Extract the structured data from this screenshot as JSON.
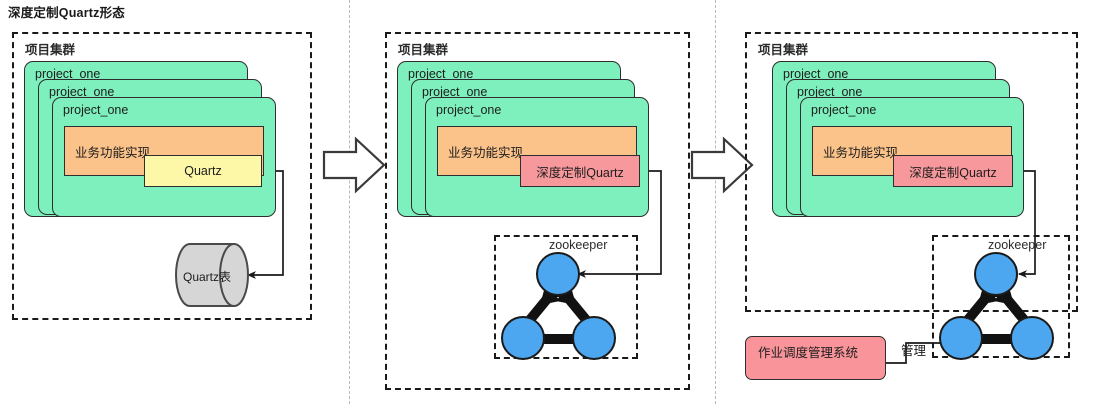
{
  "title": "深度定制Quartz形态",
  "panels": [
    {
      "id": "left",
      "cluster_label": "项目集群",
      "cards": [
        "project_one",
        "project_one",
        "project_one"
      ],
      "biz_label": "业务功能实现",
      "scheduler_component": "Quartz",
      "storage_label": "Quartz表"
    },
    {
      "id": "middle",
      "cluster_label": "项目集群",
      "cards": [
        "project_one",
        "project_one",
        "project_one"
      ],
      "biz_label": "业务功能实现",
      "scheduler_component": "深度定制Quartz",
      "zookeeper_label": "zookeeper"
    },
    {
      "id": "right",
      "cluster_label": "项目集群",
      "cards": [
        "project_one",
        "project_one",
        "project_one"
      ],
      "biz_label": "业务功能实现",
      "scheduler_component": "深度定制Quartz",
      "zookeeper_label": "zookeeper",
      "admin_system_label": "作业调度管理系统",
      "admin_edge_label": "管理"
    }
  ],
  "icons": {
    "flow_arrow": "block-right-arrow",
    "zk_node": "circle-node",
    "database": "cylinder"
  },
  "colors": {
    "card_green": "#7df0bd",
    "biz_orange": "#fbc38a",
    "quartz_yellow": "#fdf7a8",
    "deep_red": "#f7999c",
    "zk_node_blue": "#4da6f0",
    "cylinder_gray": "#d6d6d6",
    "stroke": "#2e2e2e",
    "separator": "#b8b8b8"
  }
}
